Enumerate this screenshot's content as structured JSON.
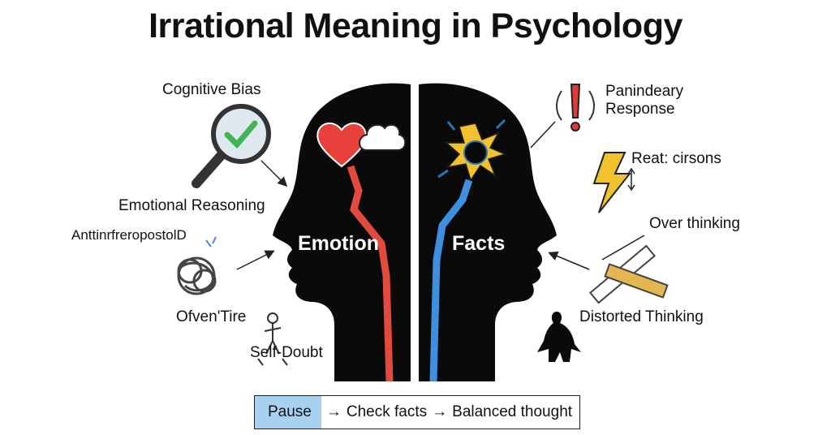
{
  "title": "Irrational Meaning in Psychology",
  "left_labels": {
    "cognitive_bias": "Cognitive Bias",
    "emotional_reasoning": "Emotional Reasoning",
    "garbled": "Anttinrfreroposto",
    "garbled_suffix": "lD",
    "ofven_tire": "Ofven'Tire",
    "self_doubt": "Self-Doubt"
  },
  "right_labels": {
    "panic_response_line1": "Panindeary",
    "panic_response_line2": "Response",
    "reat_cirsons": "Reat: cirsons",
    "over_thinking": "Over thinking",
    "distorted_thinking": "Distorted Thinking"
  },
  "head_labels": {
    "emotion": "Emotion",
    "facts": "Facts"
  },
  "flow": {
    "step1": "Pause",
    "step2": "Check facts",
    "step3": "Balanced thought",
    "arrow": "→"
  },
  "colors": {
    "head": "#0a0a0a",
    "emotion_arrow": "#e34a3e",
    "facts_arrow": "#3f8fe0",
    "heart": "#e8403a",
    "check": "#3fb553",
    "lightning": "#f2c12e",
    "ruler": "#e3b64f",
    "alert": "#e03a3a",
    "flow_highlight": "#a8d0ef"
  },
  "icons": [
    "magnifier-check-icon",
    "heart-icon",
    "cloud-icon",
    "brain-spark-icon",
    "alert-icon",
    "lightning-icon",
    "ruler-icon",
    "tangle-icon",
    "person-icon",
    "silhouette-icon"
  ]
}
